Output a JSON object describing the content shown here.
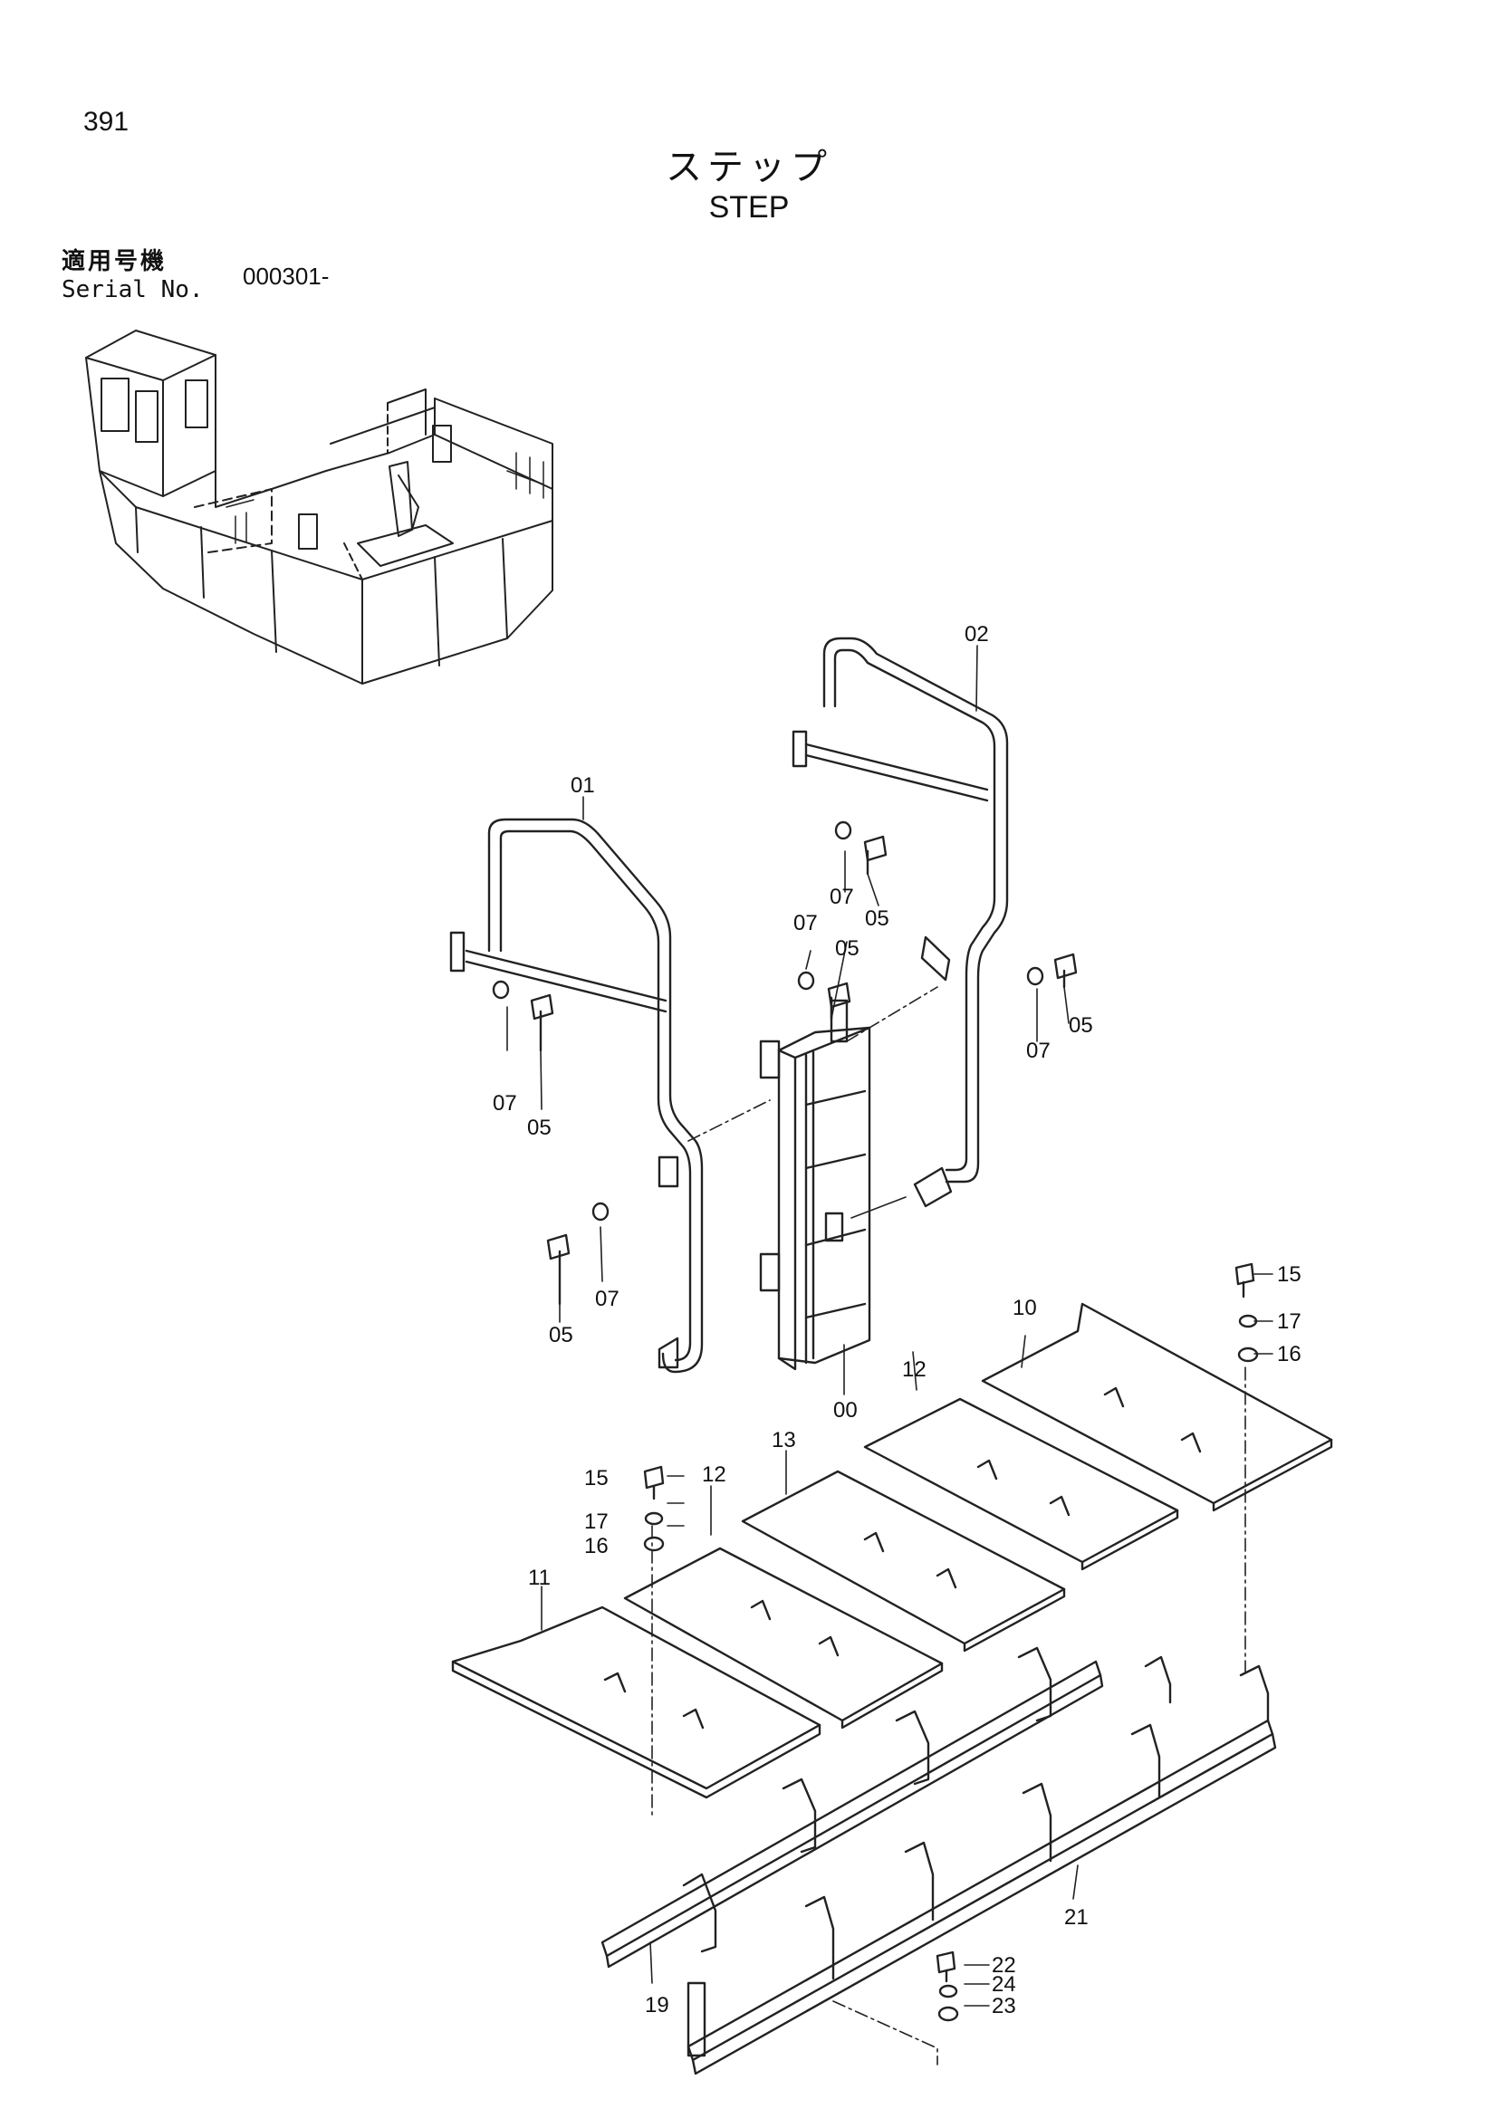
{
  "page_number": "391",
  "title_jp": "ステップ",
  "title_en": "STEP",
  "serial": {
    "label_jp": "適用号機",
    "label_en": "Serial No.",
    "value": "000301-"
  },
  "labels": {
    "p00": "00",
    "p01": "01",
    "p02": "02",
    "p05a": "05",
    "p05b": "05",
    "p05c": "05",
    "p05d": "05",
    "p05e": "05",
    "p07a": "07",
    "p07b": "07",
    "p07c": "07",
    "p07d": "07",
    "p07e": "07",
    "p10": "10",
    "p11": "11",
    "p12a": "12",
    "p12b": "12",
    "p13": "13",
    "p15a": "15",
    "p15b": "15",
    "p16a": "16",
    "p16b": "16",
    "p17a": "17",
    "p17b": "17",
    "p19": "19",
    "p21": "21",
    "p22": "22",
    "p23": "23",
    "p24": "24"
  }
}
